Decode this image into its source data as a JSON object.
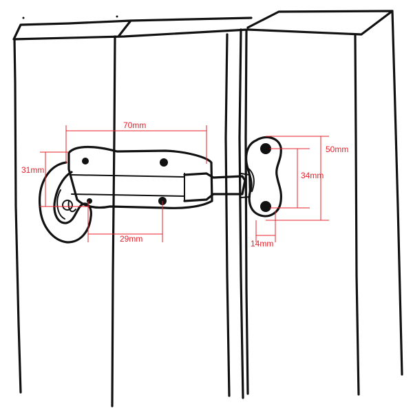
{
  "colors": {
    "ink": "#111111",
    "dimension": "#e8202a",
    "background": "#ffffff"
  },
  "dimensions": {
    "bolt_length": "70mm",
    "bolt_height": "31mm",
    "hole_spacing_bolt": "29mm",
    "keeper_height": "50mm",
    "keeper_hole_spacing": "34mm",
    "keeper_width": "14mm"
  }
}
